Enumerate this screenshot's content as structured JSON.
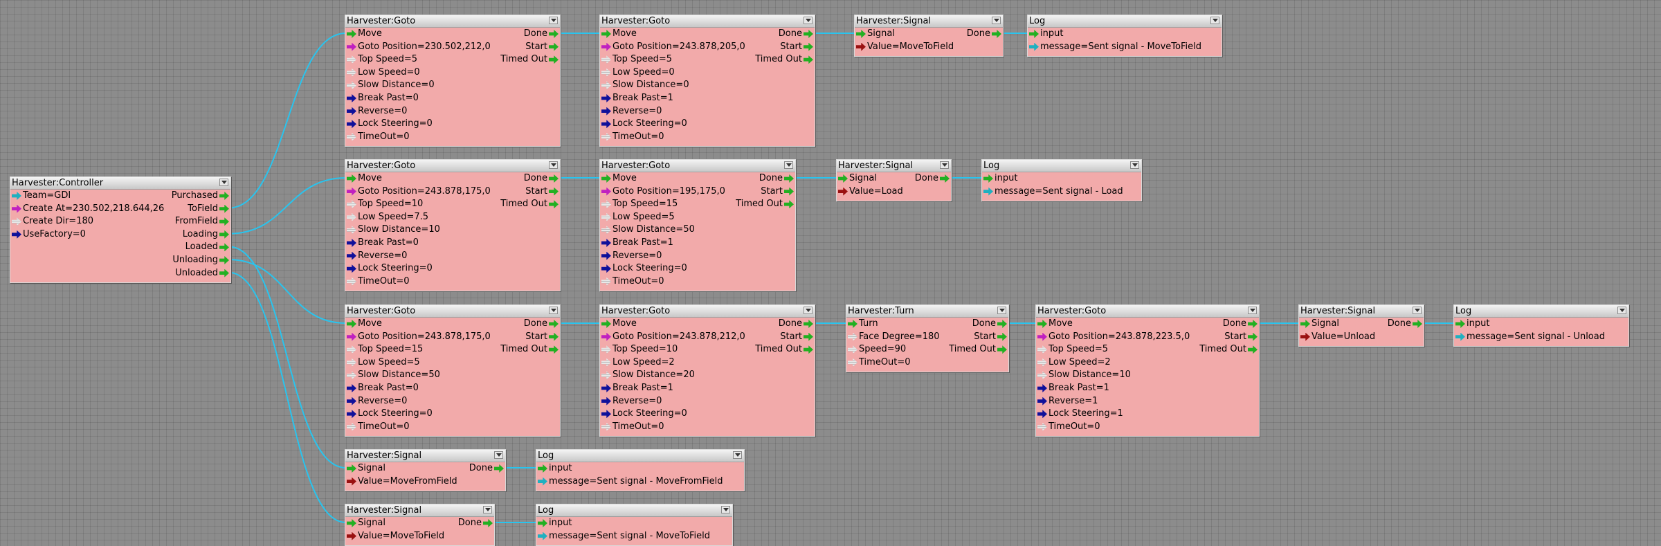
{
  "colors": {
    "background": "#8c8c8c",
    "node_fill": "#f2aaaa",
    "wire": "#29c4ee",
    "flow_port": "#22b022",
    "position_port": "#c020c0",
    "team_port": "#20b0c0",
    "bool_port": "#10109a",
    "string_port": "#9a1010",
    "number_port": "#d8d8d8"
  },
  "nodes": [
    {
      "title": "Harvester:Controller",
      "inputs": [
        {
          "label": "Team=GDI",
          "icon": "teal-arrow-icon"
        },
        {
          "label": "Create At=230.502,218.644,26",
          "icon": "magenta-arrow-icon"
        },
        {
          "label": "Create Dir=180",
          "icon": "hollow-arrow-icon"
        },
        {
          "label": "UseFactory=0",
          "icon": "blue-arrow-icon"
        }
      ],
      "outputs": [
        "Purchased",
        "ToField",
        "FromField",
        "Loading",
        "Loaded",
        "Unloading",
        "Unloaded"
      ]
    },
    {
      "title": "Harvester:Goto",
      "inputs": [
        {
          "label": "Move",
          "icon": "green-arrow-icon"
        },
        {
          "label": "Goto Position=230.502,212,0",
          "icon": "magenta-arrow-icon"
        },
        {
          "label": "Top Speed=5",
          "icon": "hollow-arrow-icon"
        },
        {
          "label": "Low Speed=0",
          "icon": "hollow-arrow-icon"
        },
        {
          "label": "Slow Distance=0",
          "icon": "hollow-arrow-icon"
        },
        {
          "label": "Break Past=0",
          "icon": "blue-arrow-icon"
        },
        {
          "label": "Reverse=0",
          "icon": "blue-arrow-icon"
        },
        {
          "label": "Lock Steering=0",
          "icon": "blue-arrow-icon"
        },
        {
          "label": "TimeOut=0",
          "icon": "hollow-arrow-icon"
        }
      ],
      "outputs": [
        "Done",
        "Start",
        "Timed Out"
      ]
    },
    {
      "title": "Harvester:Goto",
      "inputs": [
        {
          "label": "Move",
          "icon": "green-arrow-icon"
        },
        {
          "label": "Goto Position=243.878,205,0",
          "icon": "magenta-arrow-icon"
        },
        {
          "label": "Top Speed=5",
          "icon": "hollow-arrow-icon"
        },
        {
          "label": "Low Speed=0",
          "icon": "hollow-arrow-icon"
        },
        {
          "label": "Slow Distance=0",
          "icon": "hollow-arrow-icon"
        },
        {
          "label": "Break Past=1",
          "icon": "blue-arrow-icon"
        },
        {
          "label": "Reverse=0",
          "icon": "blue-arrow-icon"
        },
        {
          "label": "Lock Steering=0",
          "icon": "blue-arrow-icon"
        },
        {
          "label": "TimeOut=0",
          "icon": "hollow-arrow-icon"
        }
      ],
      "outputs": [
        "Done",
        "Start",
        "Timed Out"
      ]
    },
    {
      "title": "Harvester:Signal",
      "inputs": [
        {
          "label": "Signal",
          "icon": "green-arrow-icon"
        },
        {
          "label": "Value=MoveToField",
          "icon": "dark-red-arrow-icon"
        }
      ],
      "outputs": [
        "Done"
      ]
    },
    {
      "title": "Log",
      "inputs": [
        {
          "label": "input",
          "icon": "green-arrow-icon"
        },
        {
          "label": "message=Sent signal - MoveToField",
          "icon": "teal-arrow-icon"
        }
      ],
      "outputs": []
    },
    {
      "title": "Harvester:Goto",
      "inputs": [
        {
          "label": "Move",
          "icon": "green-arrow-icon"
        },
        {
          "label": "Goto Position=243.878,175,0",
          "icon": "magenta-arrow-icon"
        },
        {
          "label": "Top Speed=10",
          "icon": "hollow-arrow-icon"
        },
        {
          "label": "Low Speed=7.5",
          "icon": "hollow-arrow-icon"
        },
        {
          "label": "Slow Distance=10",
          "icon": "hollow-arrow-icon"
        },
        {
          "label": "Break Past=0",
          "icon": "blue-arrow-icon"
        },
        {
          "label": "Reverse=0",
          "icon": "blue-arrow-icon"
        },
        {
          "label": "Lock Steering=0",
          "icon": "blue-arrow-icon"
        },
        {
          "label": "TimeOut=0",
          "icon": "hollow-arrow-icon"
        }
      ],
      "outputs": [
        "Done",
        "Start",
        "Timed Out"
      ]
    },
    {
      "title": "Harvester:Goto",
      "inputs": [
        {
          "label": "Move",
          "icon": "green-arrow-icon"
        },
        {
          "label": "Goto Position=195,175,0",
          "icon": "magenta-arrow-icon"
        },
        {
          "label": "Top Speed=15",
          "icon": "hollow-arrow-icon"
        },
        {
          "label": "Low Speed=5",
          "icon": "hollow-arrow-icon"
        },
        {
          "label": "Slow Distance=50",
          "icon": "hollow-arrow-icon"
        },
        {
          "label": "Break Past=1",
          "icon": "blue-arrow-icon"
        },
        {
          "label": "Reverse=0",
          "icon": "blue-arrow-icon"
        },
        {
          "label": "Lock Steering=0",
          "icon": "blue-arrow-icon"
        },
        {
          "label": "TimeOut=0",
          "icon": "hollow-arrow-icon"
        }
      ],
      "outputs": [
        "Done",
        "Start",
        "Timed Out"
      ]
    },
    {
      "title": "Harvester:Signal",
      "inputs": [
        {
          "label": "Signal",
          "icon": "green-arrow-icon"
        },
        {
          "label": "Value=Load",
          "icon": "dark-red-arrow-icon"
        }
      ],
      "outputs": [
        "Done"
      ]
    },
    {
      "title": "Log",
      "inputs": [
        {
          "label": "input",
          "icon": "green-arrow-icon"
        },
        {
          "label": "message=Sent signal - Load",
          "icon": "teal-arrow-icon"
        }
      ],
      "outputs": []
    },
    {
      "title": "Harvester:Goto",
      "inputs": [
        {
          "label": "Move",
          "icon": "green-arrow-icon"
        },
        {
          "label": "Goto Position=243.878,175,0",
          "icon": "magenta-arrow-icon"
        },
        {
          "label": "Top Speed=15",
          "icon": "hollow-arrow-icon"
        },
        {
          "label": "Low Speed=5",
          "icon": "hollow-arrow-icon"
        },
        {
          "label": "Slow Distance=50",
          "icon": "hollow-arrow-icon"
        },
        {
          "label": "Break Past=0",
          "icon": "blue-arrow-icon"
        },
        {
          "label": "Reverse=0",
          "icon": "blue-arrow-icon"
        },
        {
          "label": "Lock Steering=0",
          "icon": "blue-arrow-icon"
        },
        {
          "label": "TimeOut=0",
          "icon": "hollow-arrow-icon"
        }
      ],
      "outputs": [
        "Done",
        "Start",
        "Timed Out"
      ]
    },
    {
      "title": "Harvester:Goto",
      "inputs": [
        {
          "label": "Move",
          "icon": "green-arrow-icon"
        },
        {
          "label": "Goto Position=243.878,212,0",
          "icon": "magenta-arrow-icon"
        },
        {
          "label": "Top Speed=10",
          "icon": "hollow-arrow-icon"
        },
        {
          "label": "Low Speed=2",
          "icon": "hollow-arrow-icon"
        },
        {
          "label": "Slow Distance=20",
          "icon": "hollow-arrow-icon"
        },
        {
          "label": "Break Past=1",
          "icon": "blue-arrow-icon"
        },
        {
          "label": "Reverse=0",
          "icon": "blue-arrow-icon"
        },
        {
          "label": "Lock Steering=0",
          "icon": "blue-arrow-icon"
        },
        {
          "label": "TimeOut=0",
          "icon": "hollow-arrow-icon"
        }
      ],
      "outputs": [
        "Done",
        "Start",
        "Timed Out"
      ]
    },
    {
      "title": "Harvester:Turn",
      "inputs": [
        {
          "label": "Turn",
          "icon": "green-arrow-icon"
        },
        {
          "label": "Face Degree=180",
          "icon": "hollow-arrow-icon"
        },
        {
          "label": "Speed=90",
          "icon": "hollow-arrow-icon"
        },
        {
          "label": "TimeOut=0",
          "icon": "hollow-arrow-icon"
        }
      ],
      "outputs": [
        "Done",
        "Start",
        "Timed Out"
      ]
    },
    {
      "title": "Harvester:Goto",
      "inputs": [
        {
          "label": "Move",
          "icon": "green-arrow-icon"
        },
        {
          "label": "Goto Position=243.878,223.5,0",
          "icon": "magenta-arrow-icon"
        },
        {
          "label": "Top Speed=5",
          "icon": "hollow-arrow-icon"
        },
        {
          "label": "Low Speed=2",
          "icon": "hollow-arrow-icon"
        },
        {
          "label": "Slow Distance=10",
          "icon": "hollow-arrow-icon"
        },
        {
          "label": "Break Past=1",
          "icon": "blue-arrow-icon"
        },
        {
          "label": "Reverse=1",
          "icon": "blue-arrow-icon"
        },
        {
          "label": "Lock Steering=1",
          "icon": "blue-arrow-icon"
        },
        {
          "label": "TimeOut=0",
          "icon": "hollow-arrow-icon"
        }
      ],
      "outputs": [
        "Done",
        "Start",
        "Timed Out"
      ]
    },
    {
      "title": "Harvester:Signal",
      "inputs": [
        {
          "label": "Signal",
          "icon": "green-arrow-icon"
        },
        {
          "label": "Value=Unload",
          "icon": "dark-red-arrow-icon"
        }
      ],
      "outputs": [
        "Done"
      ]
    },
    {
      "title": "Log",
      "inputs": [
        {
          "label": "input",
          "icon": "green-arrow-icon"
        },
        {
          "label": "message=Sent signal - Unload",
          "icon": "teal-arrow-icon"
        }
      ],
      "outputs": []
    },
    {
      "title": "Harvester:Signal",
      "inputs": [
        {
          "label": "Signal",
          "icon": "green-arrow-icon"
        },
        {
          "label": "Value=MoveFromField",
          "icon": "dark-red-arrow-icon"
        }
      ],
      "outputs": [
        "Done"
      ]
    },
    {
      "title": "Log",
      "inputs": [
        {
          "label": "input",
          "icon": "green-arrow-icon"
        },
        {
          "label": "message=Sent signal - MoveFromField",
          "icon": "teal-arrow-icon"
        }
      ],
      "outputs": []
    },
    {
      "title": "Harvester:Signal",
      "inputs": [
        {
          "label": "Signal",
          "icon": "green-arrow-icon"
        },
        {
          "label": "Value=MoveToField",
          "icon": "dark-red-arrow-icon"
        }
      ],
      "outputs": [
        "Done"
      ]
    },
    {
      "title": "Log",
      "inputs": [
        {
          "label": "input",
          "icon": "green-arrow-icon"
        },
        {
          "label": "message=Sent signal - MoveToField",
          "icon": "teal-arrow-icon"
        }
      ],
      "outputs": []
    }
  ],
  "connections": [
    {
      "from_node": 0,
      "from_port": "ToField",
      "to_node": 1,
      "to_port": "Move"
    },
    {
      "from_node": 1,
      "from_port": "Done",
      "to_node": 2,
      "to_port": "Move"
    },
    {
      "from_node": 2,
      "from_port": "Done",
      "to_node": 3,
      "to_port": "Signal"
    },
    {
      "from_node": 3,
      "from_port": "Done",
      "to_node": 4,
      "to_port": "input"
    },
    {
      "from_node": 0,
      "from_port": "Loading",
      "to_node": 5,
      "to_port": "Move"
    },
    {
      "from_node": 5,
      "from_port": "Done",
      "to_node": 6,
      "to_port": "Move"
    },
    {
      "from_node": 6,
      "from_port": "Done",
      "to_node": 7,
      "to_port": "Signal"
    },
    {
      "from_node": 7,
      "from_port": "Done",
      "to_node": 8,
      "to_port": "input"
    },
    {
      "from_node": 0,
      "from_port": "Unloading",
      "to_node": 9,
      "to_port": "Move"
    },
    {
      "from_node": 9,
      "from_port": "Done",
      "to_node": 10,
      "to_port": "Move"
    },
    {
      "from_node": 10,
      "from_port": "Done",
      "to_node": 11,
      "to_port": "Turn"
    },
    {
      "from_node": 11,
      "from_port": "Done",
      "to_node": 12,
      "to_port": "Move"
    },
    {
      "from_node": 12,
      "from_port": "Done",
      "to_node": 13,
      "to_port": "Signal"
    },
    {
      "from_node": 13,
      "from_port": "Done",
      "to_node": 14,
      "to_port": "input"
    },
    {
      "from_node": 0,
      "from_port": "Loaded",
      "to_node": 15,
      "to_port": "Signal"
    },
    {
      "from_node": 15,
      "from_port": "Done",
      "to_node": 16,
      "to_port": "input"
    },
    {
      "from_node": 0,
      "from_port": "Unloaded",
      "to_node": 17,
      "to_port": "Signal"
    },
    {
      "from_node": 17,
      "from_port": "Done",
      "to_node": 18,
      "to_port": "input"
    }
  ]
}
